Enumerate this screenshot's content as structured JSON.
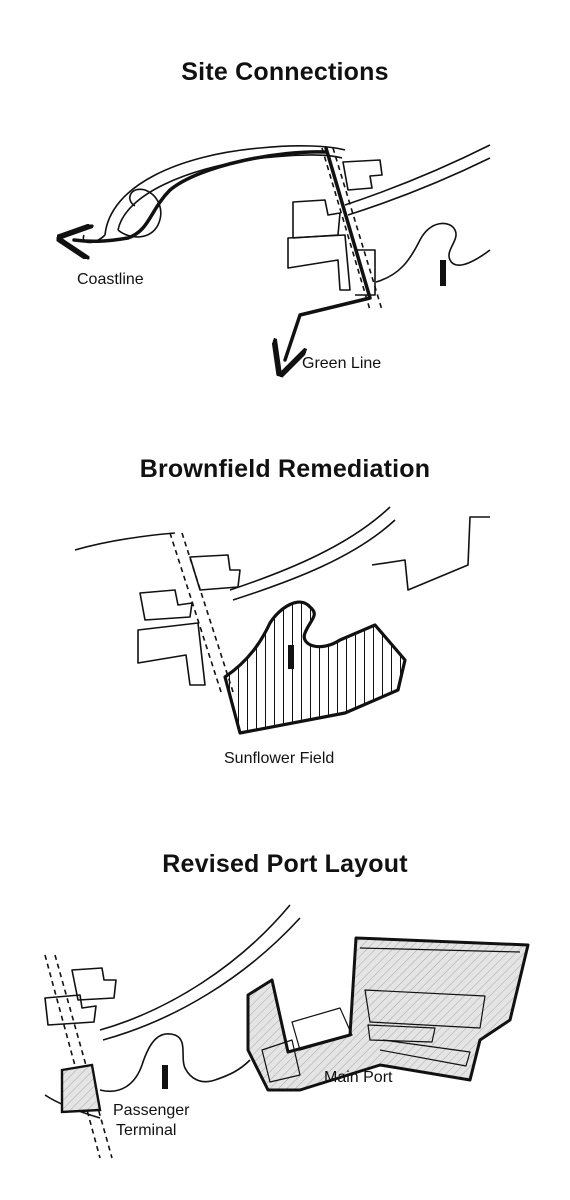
{
  "panels": [
    {
      "title": "Site Connections",
      "labels": {
        "coastline": "Coastline",
        "green_line": "Green Line"
      }
    },
    {
      "title": "Brownfield Remediation",
      "labels": {
        "sunflower_field": "Sunflower Field"
      }
    },
    {
      "title": "Revised Port Layout",
      "labels": {
        "main_port": "Main Port",
        "terminal_line1": "Passenger",
        "terminal_line2": "Terminal"
      }
    }
  ],
  "colors": {
    "ink": "#111111",
    "hatch_fill": "#dcdcdc",
    "background": "#ffffff"
  }
}
